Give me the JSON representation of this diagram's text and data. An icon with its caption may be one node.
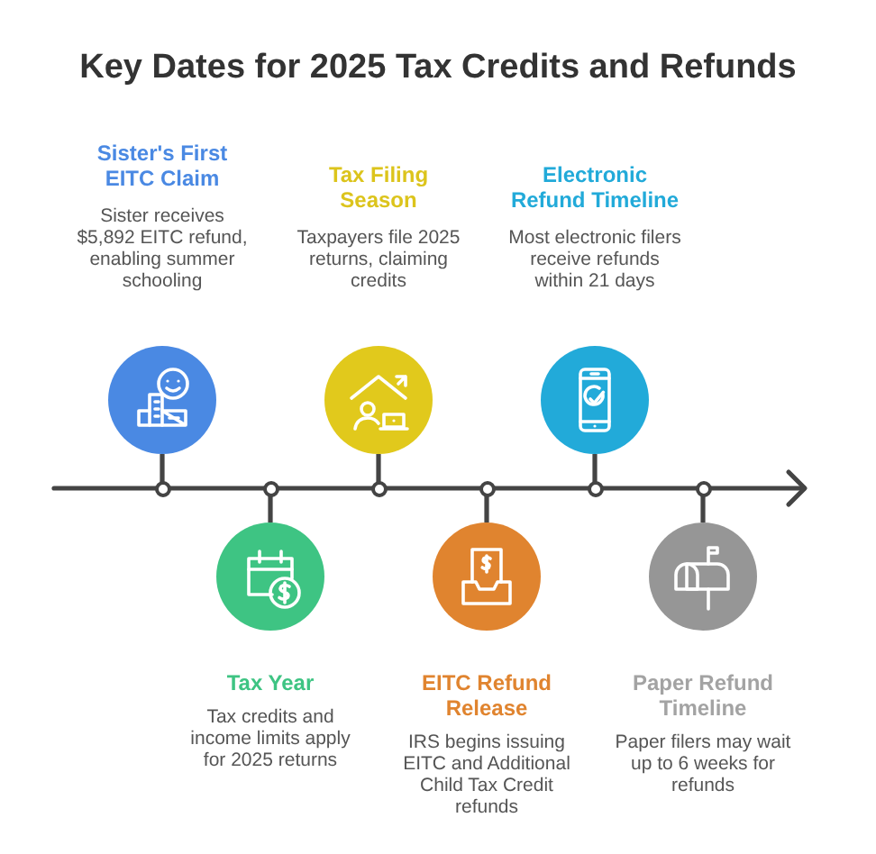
{
  "diagram": {
    "title": "Key Dates for 2025 Tax Credits and Refunds",
    "nodes": [
      {
        "text": [
          "Sister's First EITC Claim",
          "Sister receives $5,892 EITC refund, enabling summer schooling"
        ]
      },
      {
        "text": [
          "Tax Year",
          "Tax credits and income limits apply for 2025 returns"
        ]
      },
      {
        "text": [
          "Tax Filing Season",
          "Taxpayers file 2025 returns, claiming credits"
        ]
      },
      {
        "text": [
          "EITC Refund Release",
          "IRS begins issuing EITC and Additional Child Tax Credit refunds"
        ]
      },
      {
        "text": [
          "Electronic Refund Timeline",
          "Most electronic filers receive refunds within 21 days"
        ]
      },
      {
        "text": [
          "Paper Refund Timeline",
          "Paper filers may wait up to 6 weeks for refunds"
        ]
      },
      {
        "text": [],
        "shape": "circle"
      },
      {
        "text": [],
        "shape": "circle"
      },
      {
        "text": [],
        "shape": "circle"
      },
      {
        "text": [],
        "shape": "circle"
      },
      {
        "text": [],
        "shape": "circle"
      },
      {
        "text": [],
        "shape": "circle"
      }
    ],
    "edges": [
      {
        "from": null,
        "to": 6,
        "arrow": "none"
      },
      {
        "from": 6,
        "to": 7,
        "arrow": "none"
      },
      {
        "from": 7,
        "to": 8,
        "arrow": "none"
      },
      {
        "from": 8,
        "to": 9,
        "arrow": "none"
      },
      {
        "from": 9,
        "to": 10,
        "arrow": "none"
      },
      {
        "from": 10,
        "to": 11,
        "arrow": "none"
      },
      {
        "from": 11,
        "to": null,
        "arrow": "to"
      },
      {
        "from": 0,
        "to": 6,
        "arrow": "none"
      },
      {
        "from": 1,
        "to": 7,
        "arrow": "none"
      },
      {
        "from": 2,
        "to": 8,
        "arrow": "none"
      },
      {
        "from": 3,
        "to": 9,
        "arrow": "none"
      },
      {
        "from": 4,
        "to": 10,
        "arrow": "none"
      },
      {
        "from": 5,
        "to": 11,
        "arrow": "none"
      }
    ]
  }
}
